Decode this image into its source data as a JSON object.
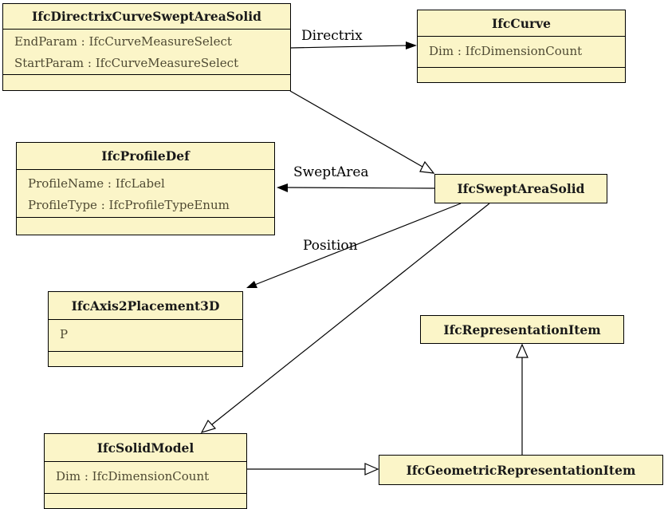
{
  "diagram": {
    "type": "uml-class-diagram",
    "classes": [
      {
        "name": "IfcDirectrixCurveSweptAreaSolid",
        "attributes": [
          "EndParam : IfcCurveMeasureSelect",
          "StartParam : IfcCurveMeasureSelect"
        ]
      },
      {
        "name": "IfcCurve",
        "attributes": [
          "Dim : IfcDimensionCount"
        ]
      },
      {
        "name": "IfcProfileDef",
        "attributes": [
          "ProfileName : IfcLabel",
          "ProfileType : IfcProfileTypeEnum"
        ]
      },
      {
        "name": "IfcSweptAreaSolid",
        "attributes": []
      },
      {
        "name": "IfcAxis2Placement3D",
        "attributes": [
          "P"
        ]
      },
      {
        "name": "IfcRepresentationItem",
        "attributes": []
      },
      {
        "name": "IfcSolidModel",
        "attributes": [
          "Dim : IfcDimensionCount"
        ]
      },
      {
        "name": "IfcGeometricRepresentationItem",
        "attributes": []
      }
    ],
    "relationships": [
      {
        "from": "IfcDirectrixCurveSweptAreaSolid",
        "to": "IfcCurve",
        "type": "association",
        "label": "Directrix"
      },
      {
        "from": "IfcDirectrixCurveSweptAreaSolid",
        "to": "IfcSweptAreaSolid",
        "type": "generalization",
        "label": ""
      },
      {
        "from": "IfcSweptAreaSolid",
        "to": "IfcProfileDef",
        "type": "association",
        "label": "SweptArea"
      },
      {
        "from": "IfcSweptAreaSolid",
        "to": "IfcAxis2Placement3D",
        "type": "association",
        "label": "Position"
      },
      {
        "from": "IfcSweptAreaSolid",
        "to": "IfcSolidModel",
        "type": "generalization",
        "label": ""
      },
      {
        "from": "IfcSolidModel",
        "to": "IfcGeometricRepresentationItem",
        "type": "generalization",
        "label": ""
      },
      {
        "from": "IfcGeometricRepresentationItem",
        "to": "IfcRepresentationItem",
        "type": "generalization",
        "label": ""
      }
    ],
    "colors": {
      "class_fill": "#FBF5C8",
      "class_border": "#000000",
      "title_text": "#1A1A1A",
      "attribute_text": "#4F4A33",
      "edge": "#000000",
      "background": "#FFFFFF"
    }
  }
}
